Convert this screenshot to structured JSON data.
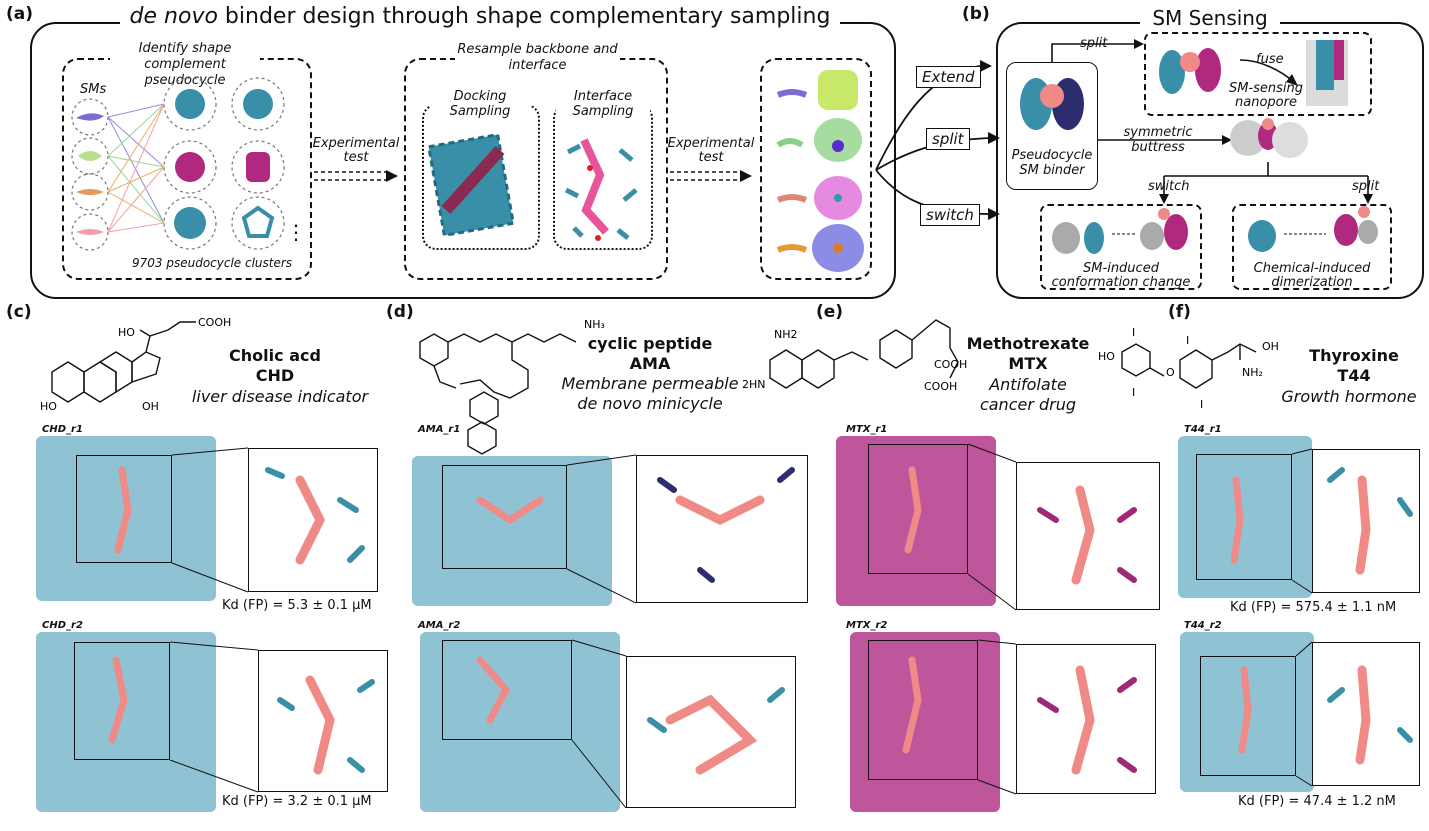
{
  "panels": {
    "a": {
      "label": "(a)",
      "title_italic": "de novo",
      "title_rest": " binder design through shape complementary sampling",
      "identify_label": "Identify shape complement pseudocycle",
      "sms_label": "SMs",
      "clusters_label": "9703 pseudocycle clusters",
      "ellipsis": "⋮",
      "experimental_test_1": "Experimental test",
      "resample_label": "Resample backbone and interface",
      "docking_label": "Docking Sampling",
      "interface_label": "Interface Sampling",
      "experimental_test_2": "Experimental test"
    },
    "b": {
      "label": "(b)",
      "title": "SM Sensing",
      "extend": "Extend",
      "split": "split",
      "switch": "switch",
      "split_small": "split",
      "fuse": "fuse",
      "nanopore": "SM-sensing nanopore",
      "binder": "Pseudocycle SM binder",
      "buttress": "symmetric buttress",
      "switch_small": "switch",
      "split_small_2": "split",
      "conformation": "SM-induced conformation change",
      "dimerization": "Chemical-induced dimerization"
    },
    "c": {
      "label": "(c)",
      "name": "Cholic acd",
      "abbr": "CHD",
      "desc": "liver disease indicator",
      "cooh": "COOH",
      "r1_tag": "CHD_r1",
      "r2_tag": "CHD_r2",
      "kd1": "Kd (FP) = 5.3 ± 0.1 μM",
      "kd2": "Kd (FP) = 3.2 ± 0.1 μM"
    },
    "d": {
      "label": "(d)",
      "name": "cyclic peptide",
      "abbr": "AMA",
      "desc1": "Membrane  permeable",
      "desc2": "de novo minicycle",
      "r1_tag": "AMA_r1",
      "r2_tag": "AMA_r2"
    },
    "e": {
      "label": "(e)",
      "name": "Methotrexate",
      "abbr": "MTX",
      "desc1": "Antifolate",
      "desc2": "cancer drug",
      "r1_tag": "MTX_r1",
      "r2_tag": "MTX_r2"
    },
    "f": {
      "label": "(f)",
      "name": "Thyroxine",
      "abbr": "T44",
      "desc": "Growth hormone",
      "r1_tag": "T44_r1",
      "r2_tag": "T44_r2",
      "kd1": "Kd (FP) = 575.4 ± 1.1 nM",
      "kd2": "Kd (FP) = 47.4 ± 1.2 nM"
    }
  },
  "colors": {
    "teal": "#3a8fa8",
    "teal_light": "#6fb3c8",
    "salmon": "#f08a86",
    "navy": "#2b2d6e",
    "magenta": "#b0287f",
    "purple_ribbon": "#5a4e8c",
    "lime": "#c8e86a",
    "green_surface": "#a6dca0",
    "pink_surface": "#e58ae0",
    "blue_surface": "#8c8ce6"
  }
}
